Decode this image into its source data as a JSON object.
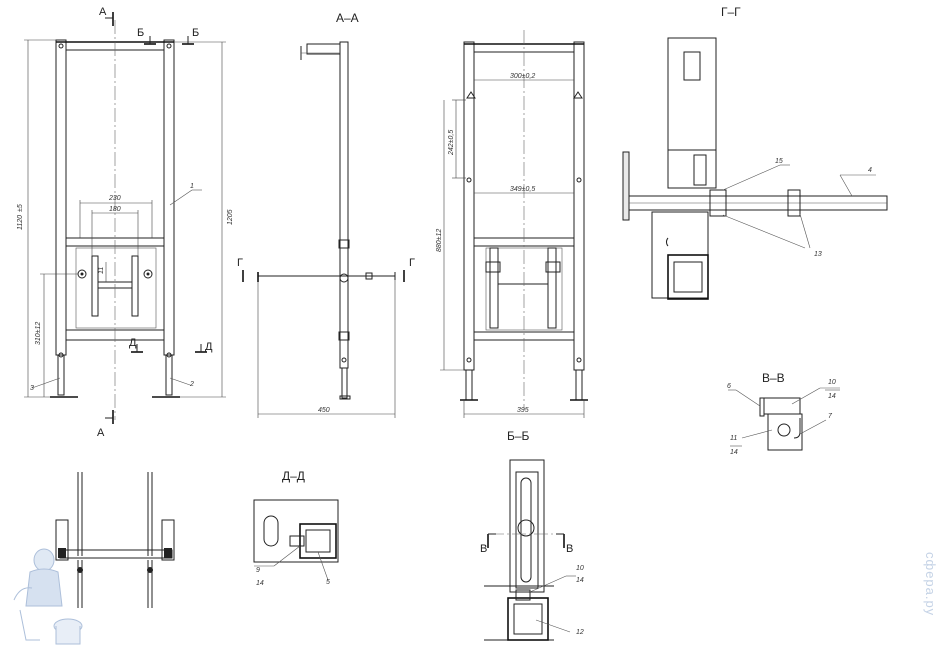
{
  "views": {
    "front": {
      "section_a_top": "А",
      "section_a_bottom": "А",
      "section_b_left": "Б",
      "section_b_right": "Б",
      "section_d_left": "Д",
      "section_d_right": "Д"
    },
    "section_aa": {
      "title": "А–А",
      "section_g_left": "Г",
      "section_g_right": "Г"
    },
    "section_gg": {
      "title": "Г–Г"
    },
    "section_vv": {
      "title": "В–В"
    },
    "section_dd": {
      "title": "Д–Д"
    },
    "section_bb": {
      "title": "Б–Б",
      "section_v_left": "В",
      "section_v_right": "В"
    }
  },
  "dimensions": {
    "overall_height": "1120",
    "overall_height_tol": "±5",
    "frame_height": "1205",
    "width_230": "230",
    "width_180": "180",
    "gap_11": "11",
    "height_310": "310±12",
    "depth_450": "450",
    "width_300": "300±0,2",
    "height_242": "242±0,5",
    "width_349": "349±0,5",
    "height_880": "880±12",
    "width_395": "395"
  },
  "callouts": {
    "c1": "1",
    "c2": "2",
    "c3": "3",
    "c4": "4",
    "c5": "5",
    "c6": "6",
    "c7": "7",
    "c9": "9",
    "c9_sub": "14",
    "c10a": "10",
    "c10a_sub": "14",
    "c11": "11",
    "c11_sub": "14",
    "c10b": "10",
    "c10b_sub": "14",
    "c12": "12",
    "c13": "13",
    "c15": "15"
  },
  "watermark": "сфера.ру"
}
